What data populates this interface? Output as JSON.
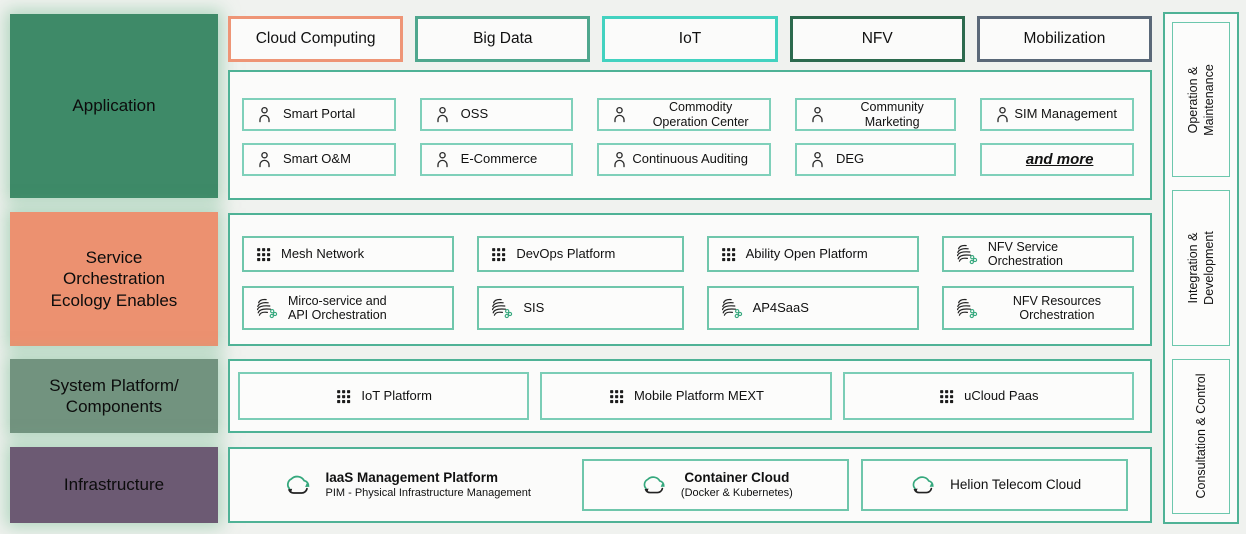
{
  "left_blocks": [
    {
      "lines": [
        "Application"
      ],
      "color": "#3e8a68"
    },
    {
      "lines": [
        "Service",
        "Orchestration",
        "Ecology Enables"
      ],
      "color": "#ec9170"
    },
    {
      "lines": [
        "System Platform/",
        "Components"
      ],
      "color": "#72937f"
    },
    {
      "lines": [
        "Infrastructure"
      ],
      "color": "#6c5a73"
    }
  ],
  "top_categories": [
    {
      "label": "Cloud Computing",
      "border_color": "#ee9576"
    },
    {
      "label": "Big Data",
      "border_color": "#4fa78e"
    },
    {
      "label": "IoT",
      "border_color": "#43d2c0"
    },
    {
      "label": "NFV",
      "border_color": "#2c6a4e"
    },
    {
      "label": "Mobilization",
      "border_color": "#5a6878"
    }
  ],
  "application": {
    "row1": [
      {
        "icon": "person",
        "lines": [
          "Smart Portal"
        ]
      },
      {
        "icon": "person",
        "lines": [
          "OSS"
        ]
      },
      {
        "icon": "person",
        "lines": [
          "Commodity",
          "Operation Center"
        ]
      },
      {
        "icon": "person",
        "lines": [
          "Community",
          "Marketing"
        ]
      },
      {
        "icon": "person",
        "lines": [
          "SIM Management"
        ]
      }
    ],
    "row2": [
      {
        "icon": "person",
        "lines": [
          "Smart O&M"
        ]
      },
      {
        "icon": "person",
        "lines": [
          "E-Commerce"
        ]
      },
      {
        "icon": "person",
        "lines": [
          "Continuous Auditing"
        ]
      },
      {
        "icon": "person",
        "lines": [
          "DEG"
        ]
      },
      {
        "icon": "none",
        "lines": [
          "and more"
        ]
      }
    ]
  },
  "service_orchestration": {
    "row1": [
      {
        "icon": "grid",
        "lines": [
          "Mesh Network"
        ]
      },
      {
        "icon": "grid",
        "lines": [
          "DevOps Platform"
        ]
      },
      {
        "icon": "grid",
        "lines": [
          "Ability Open Platform"
        ]
      },
      {
        "icon": "wave",
        "lines": [
          "NFV Service",
          "Orchestration"
        ]
      }
    ],
    "row2": [
      {
        "icon": "wave",
        "lines": [
          "Mirco-service and",
          "API Orchestration"
        ]
      },
      {
        "icon": "wave",
        "lines": [
          "SIS"
        ]
      },
      {
        "icon": "wave",
        "lines": [
          "AP4SaaS"
        ]
      },
      {
        "icon": "wave",
        "lines": [
          "NFV Resources",
          "Orchestration"
        ]
      }
    ]
  },
  "system_platform": {
    "items": [
      {
        "icon": "grid",
        "label": "IoT Platform"
      },
      {
        "icon": "grid",
        "label": "Mobile Platform MEXT"
      },
      {
        "icon": "grid",
        "label": "uCloud Paas"
      }
    ]
  },
  "infrastructure": {
    "items": [
      {
        "icon": "cloud-sync",
        "title": "IaaS Management Platform",
        "subtitle": "PIM - Physical Infrastructure Management"
      },
      {
        "icon": "cloud-sync",
        "title": "Container Cloud",
        "subtitle": "(Docker & Kubernetes)"
      },
      {
        "icon": "cloud-sync",
        "title": "Helion Telecom Cloud"
      }
    ]
  },
  "right_panels": [
    {
      "lines": [
        "Operation &",
        "Maintenance"
      ]
    },
    {
      "lines": [
        "Integration &",
        "Development"
      ]
    },
    {
      "lines": [
        "Consultation & Control"
      ]
    }
  ]
}
